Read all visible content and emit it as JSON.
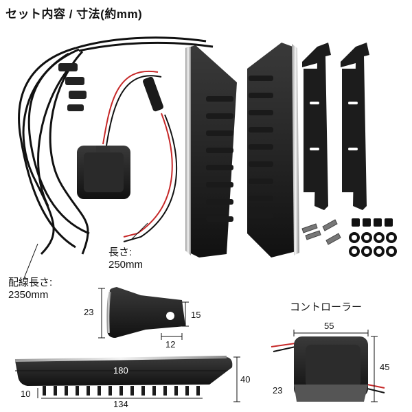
{
  "title": "セット内容 / 寸法(約mm)",
  "labels": {
    "wire_length_line1": "長さ:",
    "wire_length_line2": "250mm",
    "cable_length_line1": "配線長さ:",
    "cable_length_line2": "2350mm",
    "controller": "コントローラー"
  },
  "dimensions": {
    "bracket_height": "23",
    "bracket_right": "15",
    "bracket_width": "12",
    "lamp_length": "180",
    "lamp_height": "40",
    "lamp_fin_height": "10",
    "lamp_base_length": "134",
    "controller_width": "55",
    "controller_height": "45",
    "controller_depth": "23"
  }
}
